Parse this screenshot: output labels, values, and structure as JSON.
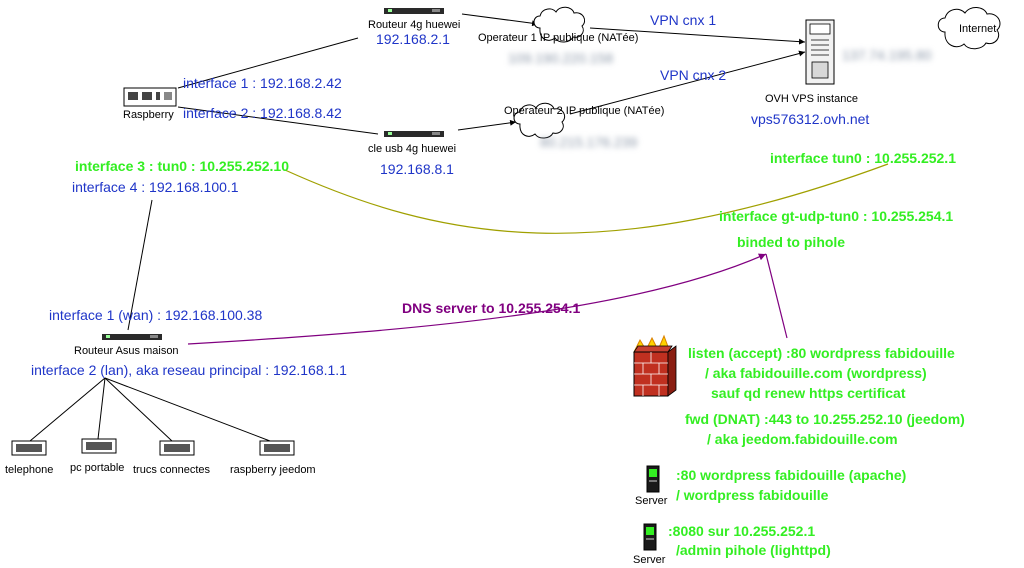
{
  "devices": {
    "router_4g": "Routeur 4g huewei",
    "router_4g_ip": "192.168.2.1",
    "raspberry": "Raspberry",
    "operator1": "Operateur 1 IP publique (NATée)",
    "operator1_ip": "109.190.220.158",
    "operator2": "Operateur 2 IP publique (NATée)",
    "operator2_ip": "80.215.176.239",
    "usb_4g": "cle usb 4g huewei",
    "usb_4g_ip": "192.168.8.1",
    "vps": "OVH VPS instance",
    "vps_host": "vps576312.ovh.net",
    "vps_ip": "137.74.195.80",
    "internet": "Internet",
    "asus": "Routeur Asus maison",
    "telephone": "telephone",
    "pc": "pc portable",
    "trucs": "trucs connectes",
    "jeedom": "raspberry jeedom",
    "server1": "Server",
    "server2": "Server"
  },
  "vpn": {
    "cnx1": "VPN cnx 1",
    "cnx2": "VPN cnx 2"
  },
  "interfaces": {
    "rpi_if1": "interface 1 : 192.168.2.42",
    "rpi_if2": "interface 2 : 192.168.8.42",
    "rpi_if3": "interface 3 : tun0 : 10.255.252.10",
    "rpi_if4": "interface 4 : 192.168.100.1",
    "asus_wan": "interface 1 (wan) : 192.168.100.38",
    "asus_lan": "interface 2 (lan), aka reseau principal : 192.168.1.1",
    "vps_tun0": "interface tun0 : 10.255.252.1",
    "vps_gt": "interface gt-udp-tun0 : 10.255.254.1",
    "binded": "binded to pihole"
  },
  "dns": "DNS server to 10.255.254.1",
  "rules": {
    "listen": "listen (accept) :80 wordpress fabidouille",
    "listen_aka": "/ aka fabidouille.com (wordpress)",
    "listen_sauf": "sauf qd renew https certificat",
    "fwd": "fwd (DNAT) :443 to 10.255.252.10 (jeedom)",
    "fwd_aka": "/ aka jeedom.fabidouille.com",
    "srv1_a": ":80 wordpress fabidouille (apache)",
    "srv1_b": "/ wordpress fabidouille",
    "srv2_a": ":8080 sur 10.255.252.1",
    "srv2_b": "/admin pihole (lighttpd)"
  }
}
